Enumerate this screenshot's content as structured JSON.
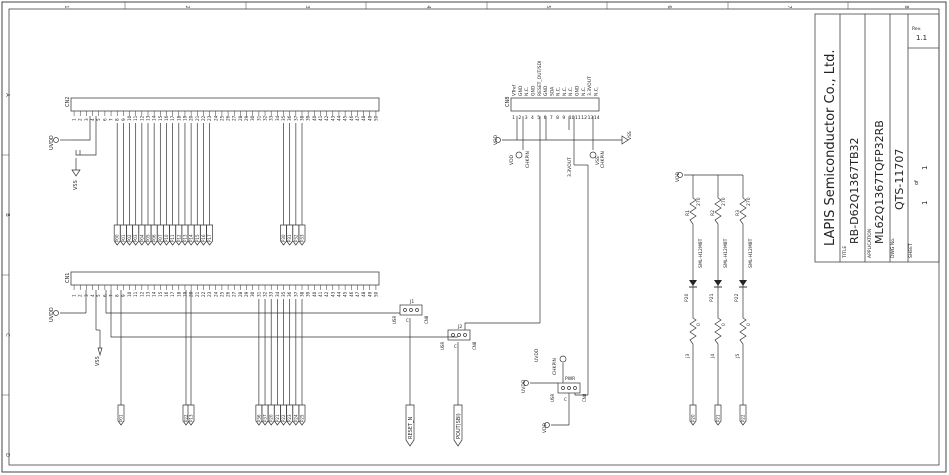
{
  "title_block": {
    "company": "LAPIS Semiconductor Co., Ltd.",
    "title_label": "TITLE",
    "title": "RB-D62Q1367TB32",
    "application_label": "APPLICATION",
    "application": "ML62Q1367TQFP32RB",
    "dwg_label": "DWG No.",
    "dwg_no": "QTS-11707",
    "sheet_label": "SHEET",
    "sheet_num": "1",
    "sheet_of": "of",
    "sheet_total": "1",
    "rev_label": "Rev.",
    "rev": "1.1"
  },
  "border": {
    "cols": [
      "1",
      "2",
      "3",
      "4",
      "5",
      "6",
      "7",
      "8"
    ],
    "rows": [
      "A",
      "B",
      "C",
      "D"
    ]
  },
  "cn2": {
    "ref": "CN2",
    "pins": [
      "1",
      "2",
      "3",
      "4",
      "5",
      "6",
      "7",
      "8",
      "9",
      "10",
      "11",
      "12",
      "13",
      "14",
      "15",
      "16",
      "17",
      "18",
      "19",
      "20",
      "21",
      "22",
      "23",
      "24",
      "25",
      "26",
      "27",
      "28",
      "29",
      "30",
      "31",
      "32",
      "33",
      "34",
      "35",
      "36",
      "37",
      "38",
      "39",
      "40",
      "41",
      "42",
      "43",
      "44",
      "45",
      "46",
      "47",
      "48",
      "49",
      "50"
    ],
    "power_top": "UVDD",
    "power_bottom": "VSS",
    "port_labels": [
      "P00",
      "P01",
      "P02",
      "P03",
      "P04",
      "P05",
      "P06",
      "P07",
      "P10",
      "P11",
      "P12",
      "P13",
      "P14",
      "P15",
      "P16",
      "P17"
    ],
    "port_labels_b": [
      "P30",
      "P31",
      "P32",
      "P33"
    ]
  },
  "cn1": {
    "ref": "CN1",
    "pins": [
      "1",
      "2",
      "3",
      "4",
      "5",
      "6",
      "7",
      "8",
      "9",
      "10",
      "11",
      "12",
      "13",
      "14",
      "15",
      "16",
      "17",
      "18",
      "19",
      "20",
      "21",
      "22",
      "23",
      "24",
      "25",
      "26",
      "27",
      "28",
      "29",
      "30",
      "31",
      "32",
      "33",
      "34",
      "35",
      "36",
      "37",
      "38",
      "39",
      "40",
      "41",
      "42",
      "43",
      "44",
      "45",
      "46",
      "47",
      "48",
      "49",
      "50"
    ],
    "power_top": "UVDD",
    "power_bottom": "VSS",
    "ports_a": [
      "P01"
    ],
    "ports_b": [
      "P22",
      "P13"
    ],
    "ports_c": [
      "P36",
      "P37",
      "P20",
      "P21",
      "P22",
      "P23",
      "P24",
      "P25"
    ],
    "reset": "RESET_N",
    "pout": "POUT(SBI)"
  },
  "cn8": {
    "ref": "CN8",
    "pins": [
      "1",
      "2",
      "3",
      "4",
      "5",
      "6",
      "7",
      "8",
      "9",
      "10",
      "11",
      "12",
      "13",
      "14"
    ],
    "signals": [
      "VTref",
      "GND",
      "N.C.",
      "GND",
      "RESET_OUT/SDI",
      "GND",
      "SDA",
      "N.C.",
      "N.C.",
      "N.C.",
      "GND",
      "N.C.",
      "3.3VOUT",
      "N.C."
    ],
    "vdd": "VDD",
    "vss": "VSS",
    "chkpin": "CHKPIN",
    "vout": "3.3VOUT"
  },
  "jumpers": {
    "j1": {
      "ref": "J1",
      "usr": "USR",
      "c": "C",
      "ext": "CN8"
    },
    "j2": {
      "ref": "J2",
      "usr": "USR",
      "c": "C",
      "ext": "CN8"
    },
    "pwr": {
      "ref": "PWR",
      "usr": "USR",
      "c": "C",
      "ext": "CN8"
    }
  },
  "pwr_block": {
    "uvdd": "UVDD",
    "chkpin": "CHKPIN",
    "vdd": "VDD",
    "uvdd2": "UVDD"
  },
  "leds": {
    "vdd": "VDD",
    "r_top": [
      "R1",
      "R2",
      "R3"
    ],
    "r_top_val": "270",
    "led_part": "SML-H12M8T",
    "led_ref": [
      "P20",
      "P21",
      "P22"
    ],
    "r_bot": [
      "J3",
      "J4",
      "J5"
    ],
    "r_bot_val": "0",
    "port": [
      "P20",
      "P21",
      "P22"
    ]
  }
}
